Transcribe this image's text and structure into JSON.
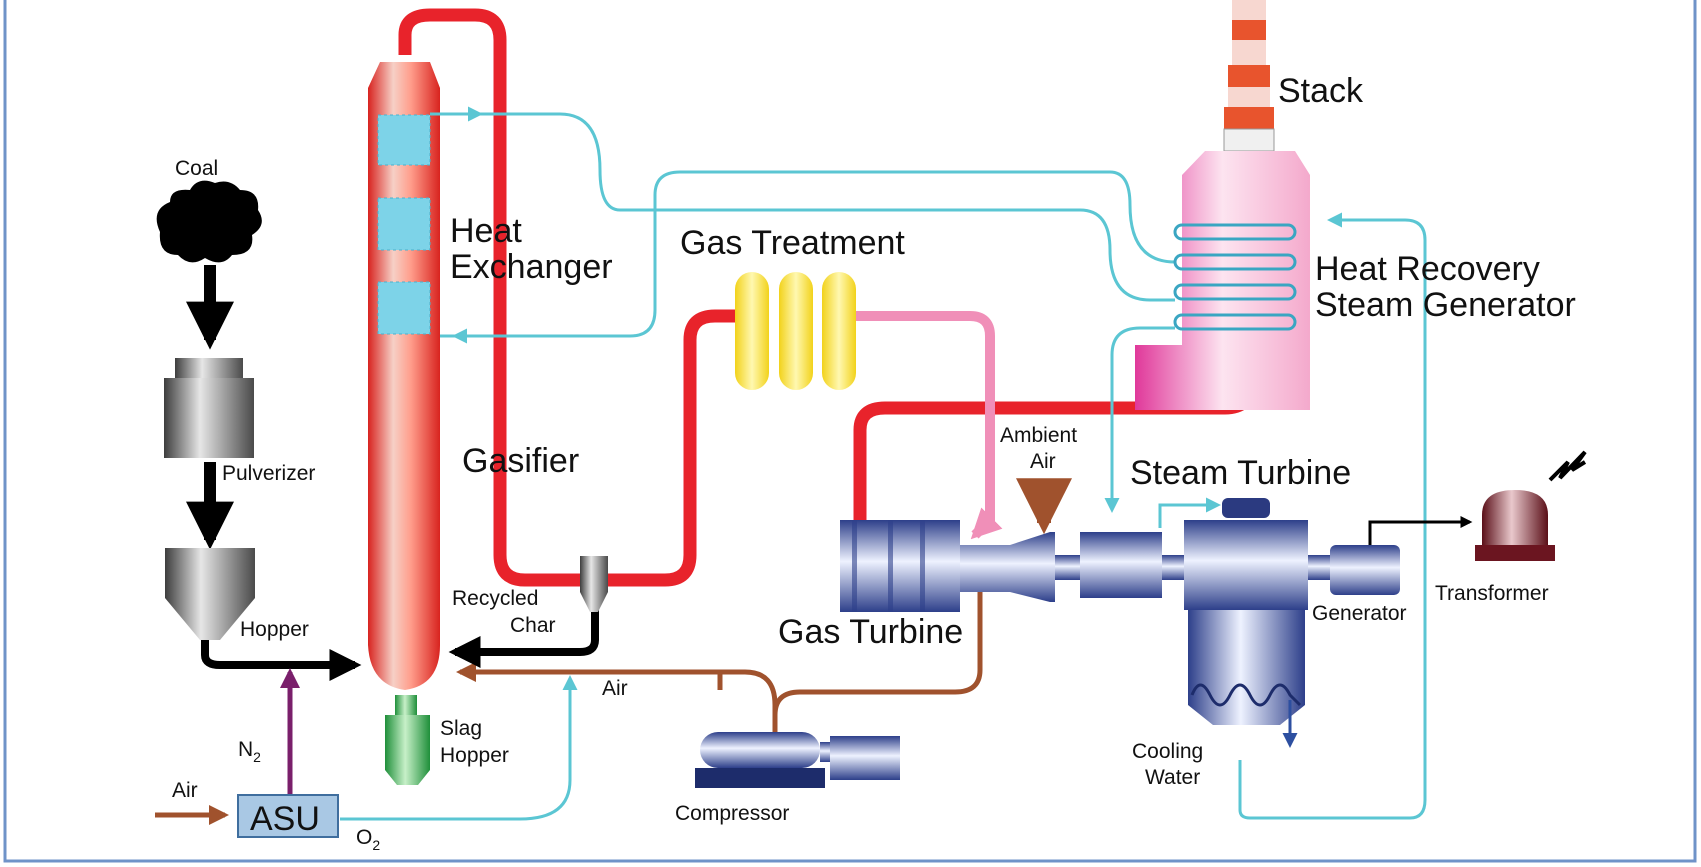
{
  "labels": {
    "coal": "Coal",
    "pulverizer": "Pulverizer",
    "hopper": "Hopper",
    "heat_exchanger_1": "Heat",
    "heat_exchanger_2": "Exchanger",
    "gasifier": "Gasifier",
    "recycled_char_1": "Recycled",
    "recycled_char_2": "Char",
    "slag_hopper_1": "Slag",
    "slag_hopper_2": "Hopper",
    "gas_treatment": "Gas Treatment",
    "stack": "Stack",
    "hrsg_1": "Heat Recovery",
    "hrsg_2": "Steam Generator",
    "ambient_air_1": "Ambient",
    "ambient_air_2": "Air",
    "steam_turbine": "Steam Turbine",
    "gas_turbine": "Gas Turbine",
    "generator": "Generator",
    "transformer": "Transformer",
    "cooling_water_1": "Cooling",
    "cooling_water_2": "Water",
    "compressor": "Compressor",
    "air_compressor": "Air",
    "air_asu": "Air",
    "asu": "ASU",
    "n2": "N",
    "n2_sub": "2",
    "o2": "O",
    "o2_sub": "2"
  },
  "colors": {
    "syngas_line": "#e8232b",
    "steam_line": "#5bc6d3",
    "clean_gas_line": "#f08fb8",
    "air_line": "#a0522d",
    "solids_line": "#000000",
    "n2_line": "#7a1f6b",
    "border": "#6f93c8"
  }
}
